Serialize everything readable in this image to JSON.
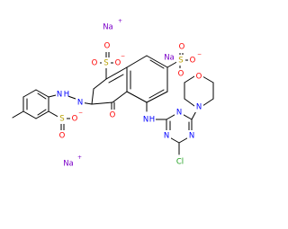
{
  "molecule": {
    "atom_colors": {
      "C": "#000000",
      "N": "#0000ff",
      "O": "#ff0000",
      "S": "#b8a000",
      "Cl": "#1fa01f",
      "Na": "#7b00c8"
    },
    "labels": {
      "na_top": "Na",
      "na_right": "Na",
      "na_left": "Na",
      "charge_plus": "+",
      "charge_minus": "−",
      "O": "O",
      "S": "S",
      "N": "N",
      "H": "H",
      "Cl": "Cl"
    }
  }
}
